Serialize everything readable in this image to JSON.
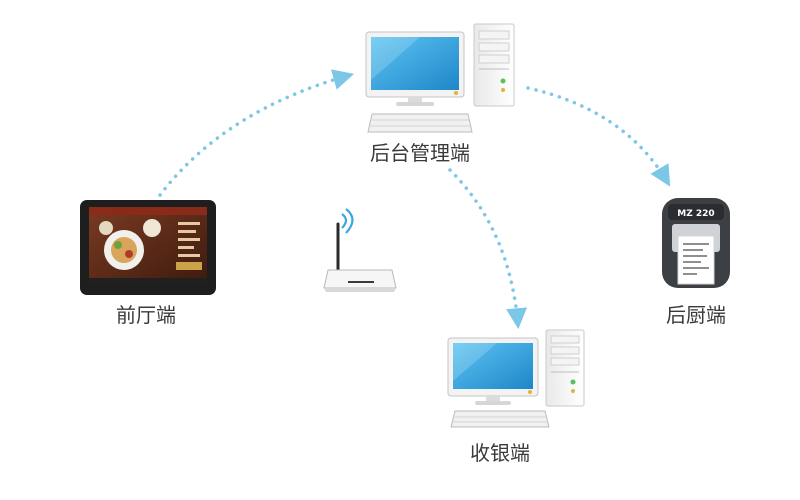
{
  "nodes": {
    "backend": {
      "label": "后台管理端",
      "icon": "desktop-computer-icon"
    },
    "front": {
      "label": "前厅端",
      "icon": "tablet-icon"
    },
    "kitchen": {
      "label": "后厨端",
      "icon": "receipt-printer-icon",
      "printer_model": "MZ 220"
    },
    "cashier": {
      "label": "收银端",
      "icon": "desktop-computer-icon"
    },
    "router": {
      "icon": "wifi-router-icon"
    }
  },
  "connections": [
    {
      "from": "front",
      "to": "backend"
    },
    {
      "from": "backend",
      "to": "kitchen"
    },
    {
      "from": "backend",
      "to": "cashier"
    }
  ],
  "colors": {
    "connector": "#7cc6e8",
    "label": "#3a3a3a",
    "screen": "#3aa5e0"
  }
}
